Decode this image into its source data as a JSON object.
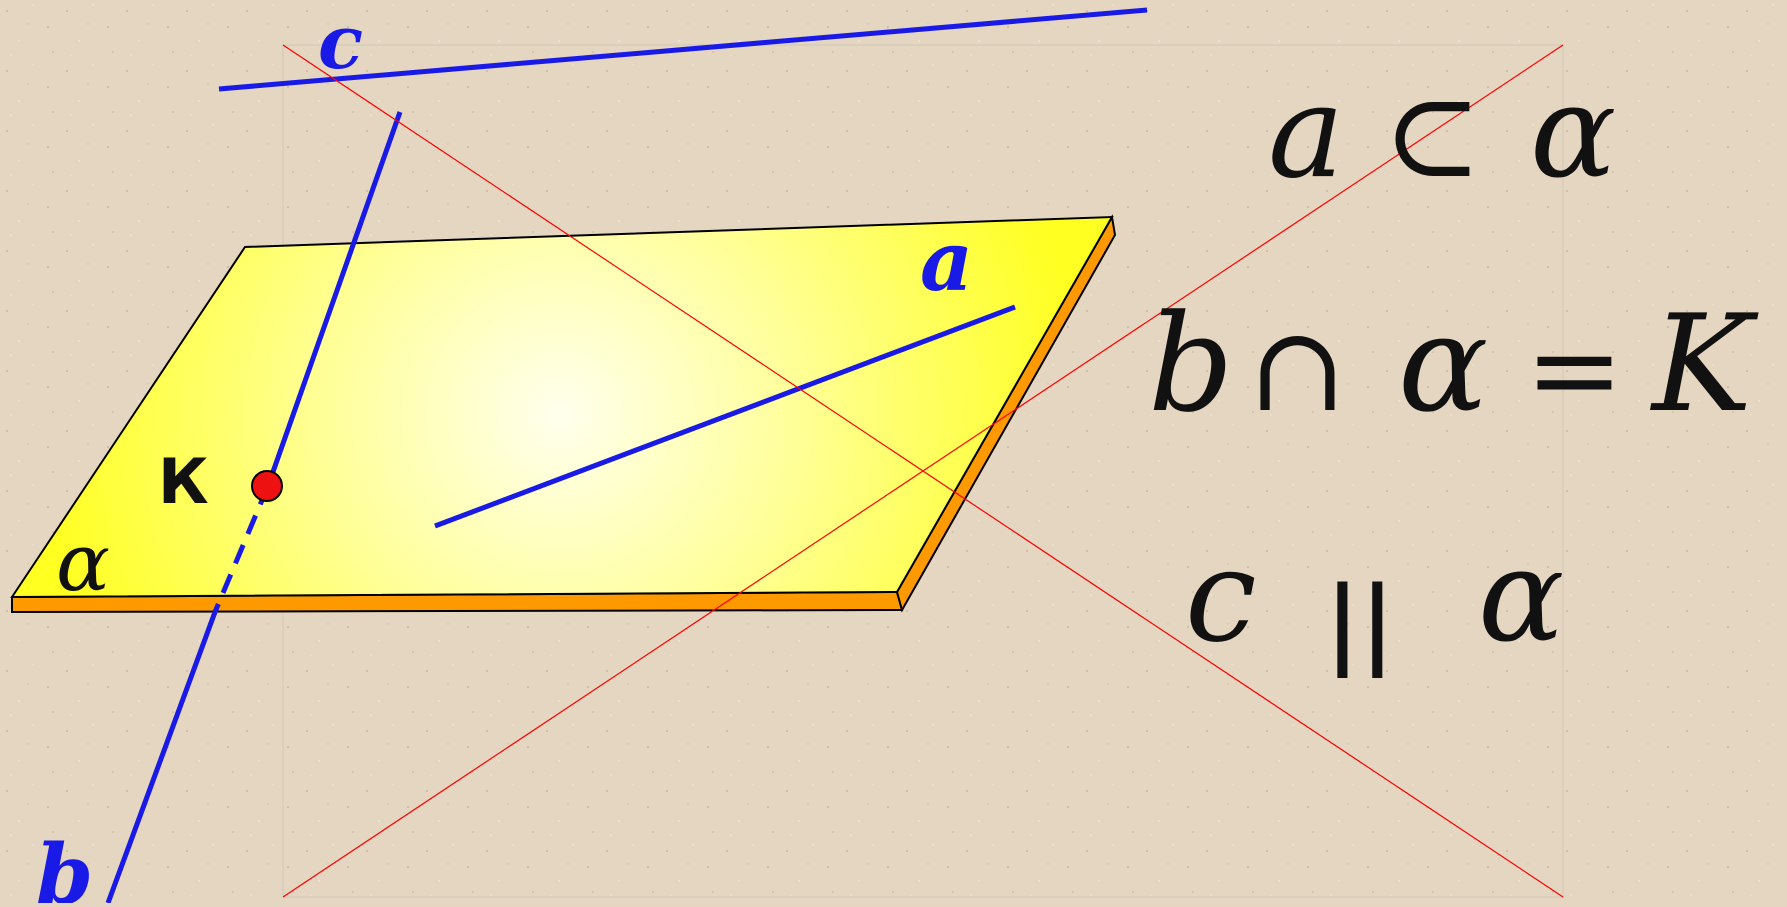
{
  "colors": {
    "background": "#e4d6c0",
    "plane_fill": "#ffff33",
    "plane_edge": "#ff9900",
    "line": "#1a1ae6",
    "diagonal": "#ff0000",
    "point": "#ee1111"
  },
  "labels": {
    "line_c": "c",
    "line_a": "a",
    "line_b": "b",
    "point_k": "К",
    "plane": "α"
  },
  "formulas": {
    "f1": {
      "left": "a",
      "op": "⊂",
      "right": "α"
    },
    "f2": {
      "left": "b",
      "op": "∩",
      "mid": "α",
      "eq": "=",
      "right": "K"
    },
    "f3": {
      "left": "c",
      "op": "||",
      "right": "α"
    }
  }
}
